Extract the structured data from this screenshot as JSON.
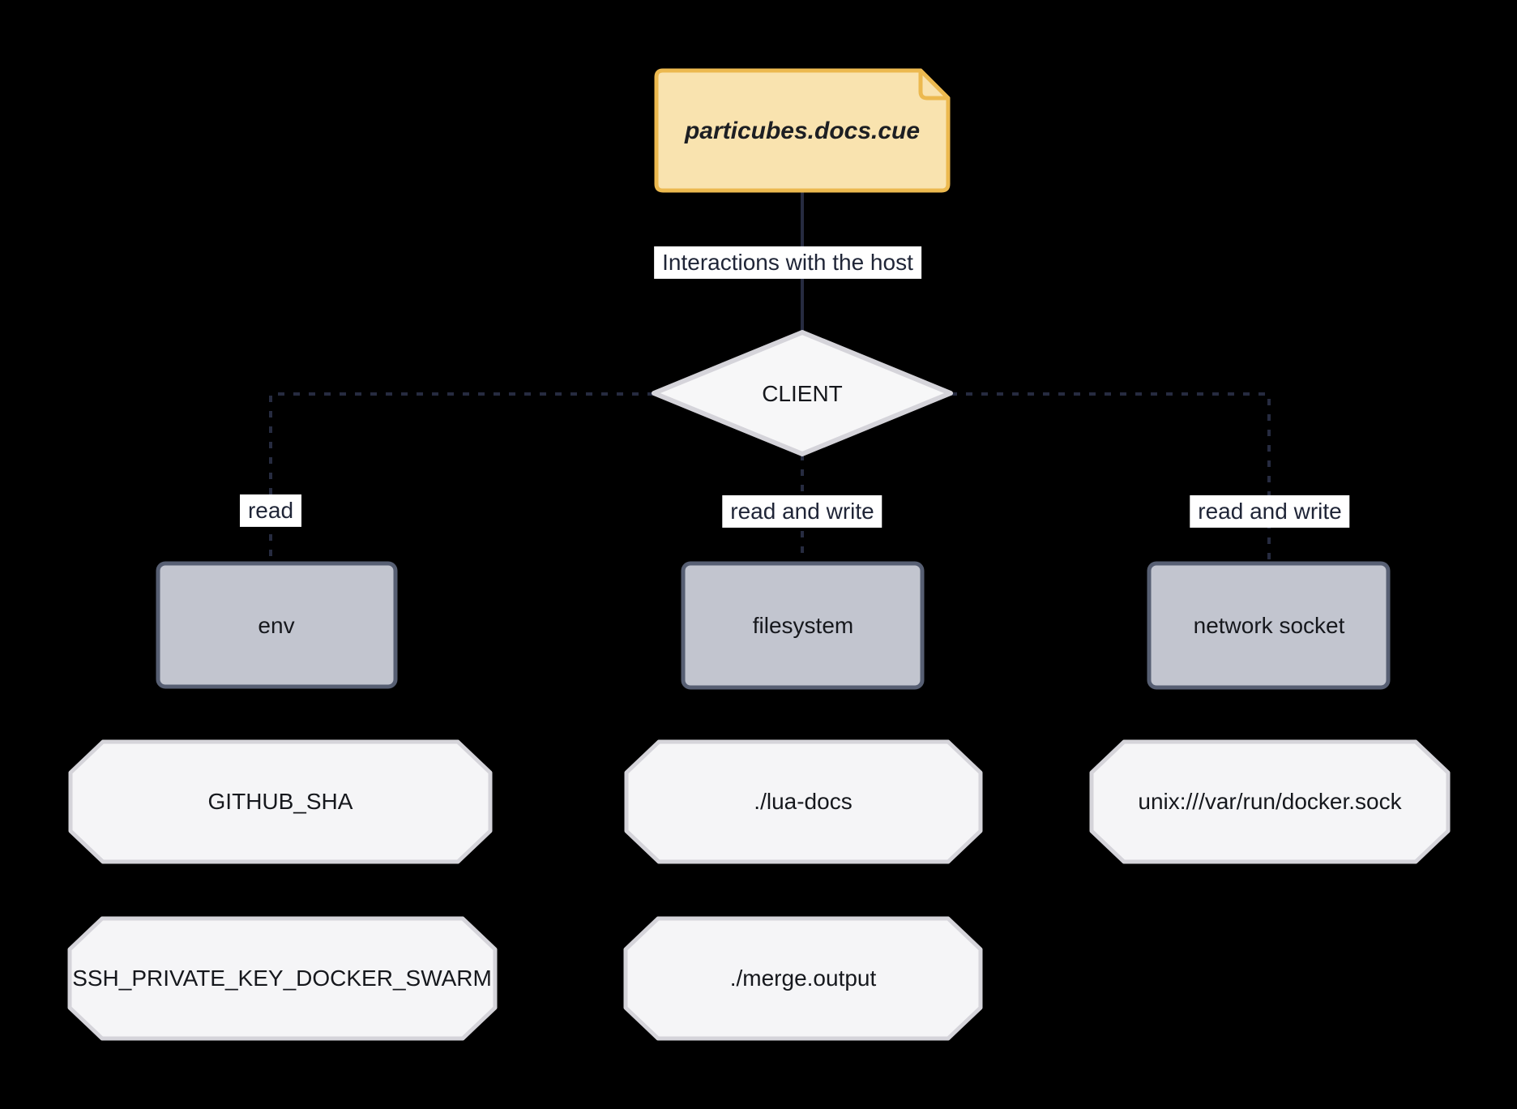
{
  "diagram": {
    "type": "flowchart",
    "source_note": {
      "label": "particubes.docs.cue"
    },
    "root_edge_label": "Interactions with the host",
    "client_node": {
      "label": "CLIENT"
    },
    "branches": [
      {
        "edge_label": "read",
        "resource": "env",
        "items": [
          "GITHUB_SHA",
          "SSH_PRIVATE_KEY_DOCKER_SWARM"
        ]
      },
      {
        "edge_label": "read and write",
        "resource": "filesystem",
        "items": [
          "./lua-docs",
          "./merge.output"
        ]
      },
      {
        "edge_label": "read and write",
        "resource": "network socket",
        "items": [
          "unix:///var/run/docker.sock"
        ]
      }
    ],
    "colors": {
      "background": "#000000",
      "note_fill": "#F9E3AF",
      "note_border": "#ECB94F",
      "light_node_fill": "#F5F5F7",
      "light_node_border": "#D5D4DA",
      "resource_fill": "#C2C5CF",
      "resource_border": "#575F73",
      "edge_line": "#262B40",
      "edge_label_bg": "#FFFFFF",
      "text": "#16181d"
    }
  }
}
